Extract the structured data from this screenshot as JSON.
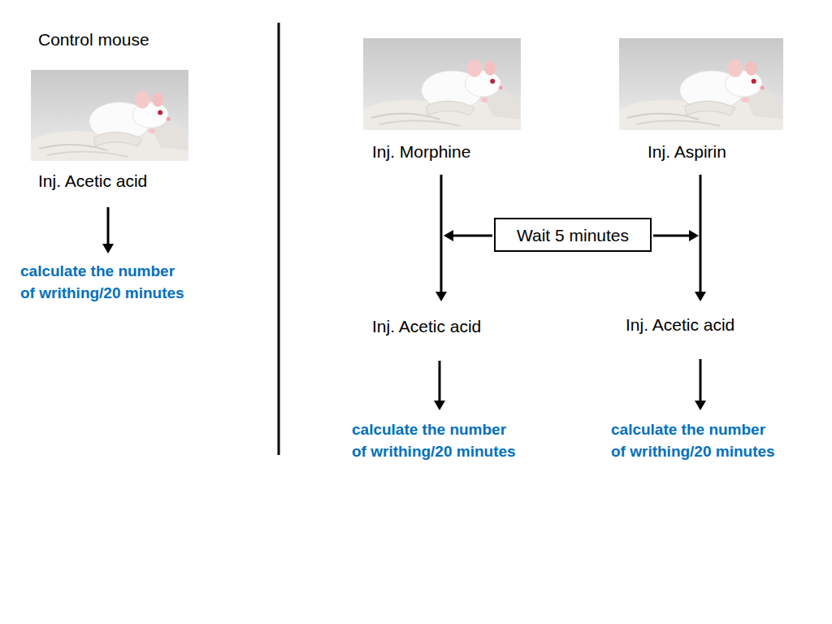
{
  "diagram": {
    "nodes": [
      {
        "text": [
          "Inj. Acetic acid"
        ]
      },
      {
        "text": [
          "calculate the number of writhing/20 minutes"
        ]
      },
      {
        "text": [
          "Inj. Morphine"
        ]
      },
      {
        "text": [
          "Inj. Aspirin"
        ]
      },
      {
        "text": [
          "Wait 5 minutes"
        ]
      },
      {
        "text": [
          "Inj. Acetic acid"
        ]
      },
      {
        "text": [
          "Inj. Acetic acid"
        ]
      },
      {
        "text": [
          "calculate the number of writhing/20 minutes"
        ]
      },
      {
        "text": [
          "calculate the number of writhing/20 minutes"
        ]
      }
    ],
    "edges": [
      {
        "from": 0,
        "to": 1,
        "arrow": "to"
      },
      {
        "from": 2,
        "to": 5,
        "arrow": "to"
      },
      {
        "from": 3,
        "to": 6,
        "arrow": "to"
      },
      {
        "from": 5,
        "to": 7,
        "arrow": "to"
      },
      {
        "from": 6,
        "to": 8,
        "arrow": "to"
      }
    ],
    "labels": [
      "Control mouse"
    ]
  }
}
